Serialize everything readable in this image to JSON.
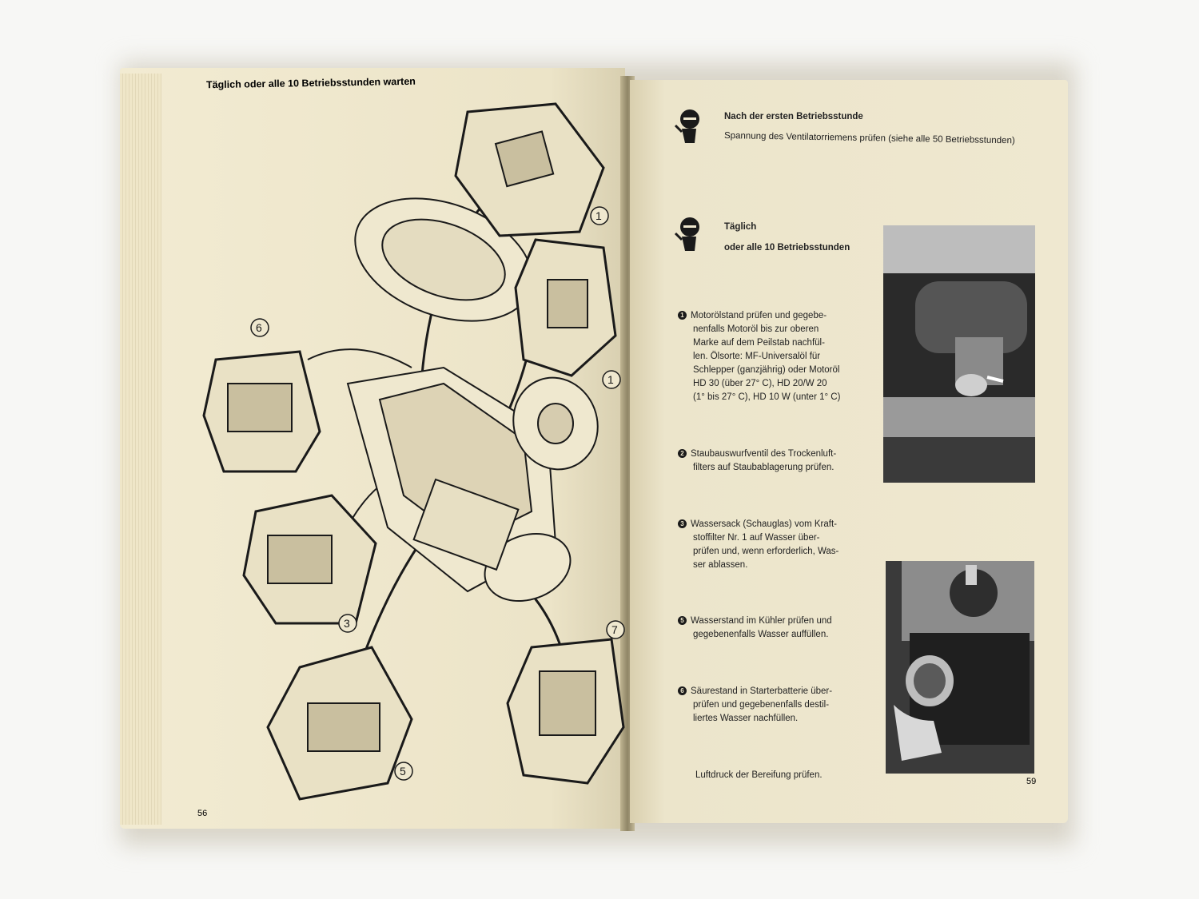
{
  "left_page": {
    "heading": "Täglich oder alle 10 Betriebsstunden warten",
    "page_number": "56",
    "callouts": [
      "1",
      "6",
      "1",
      "3",
      "7",
      "5"
    ]
  },
  "right_page": {
    "section1": {
      "title": "Nach der ersten Betriebsstunde",
      "text": "Spannung des Ventilatorriemens prüfen (siehe alle 50 Betriebsstunden)"
    },
    "section2": {
      "title_line1": "Täglich",
      "title_line2": "oder alle 10 Betriebsstunden"
    },
    "items": [
      {
        "num": "1",
        "lines": [
          "Motorölstand prüfen und gegebe-",
          "nenfalls Motoröl bis zur oberen",
          "Marke auf dem Peilstab nachfül-",
          "len. Ölsorte: MF-Universalöl für",
          "Schlepper (ganzjährig) oder Motoröl",
          "HD 30 (über 27° C), HD 20/W 20",
          "(1° bis 27° C), HD 10 W (unter 1° C)"
        ]
      },
      {
        "num": "2",
        "lines": [
          "Staubauswurfventil des Trockenluft-",
          "filters auf Staubablagerung prüfen."
        ]
      },
      {
        "num": "3",
        "lines": [
          "Wassersack (Schauglas) vom Kraft-",
          "stoffilter Nr. 1 auf Wasser über-",
          "prüfen und, wenn erforderlich, Was-",
          "ser ablassen."
        ]
      },
      {
        "num": "5",
        "lines": [
          "Wasserstand im Kühler prüfen und",
          "gegebenenfalls Wasser auffüllen."
        ]
      },
      {
        "num": "6",
        "lines": [
          "Säurestand in Starterbatterie über-",
          "prüfen und gegebenenfalls destil-",
          "liertes Wasser nachfüllen."
        ]
      }
    ],
    "footer_text": "Luftdruck der Bereifung prüfen.",
    "page_number": "59"
  }
}
